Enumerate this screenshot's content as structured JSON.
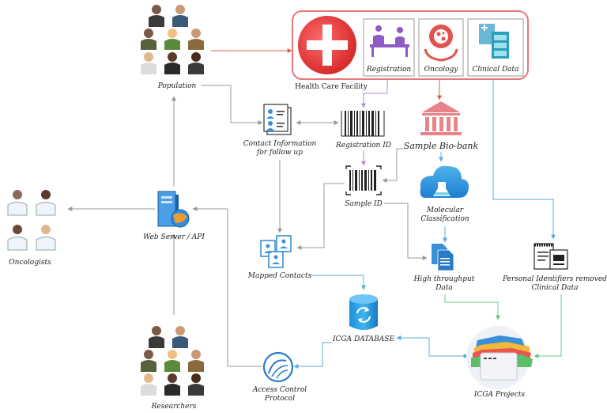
{
  "facility": {
    "title": "Health Care Facility",
    "cards": [
      "Registration",
      "Oncology",
      "Clinical Data"
    ]
  },
  "nodes": {
    "population": "Population",
    "contact_line1": "Contact Information",
    "contact_line2": "for follow up",
    "registration_id": "Registration ID",
    "biobank": "Sample Bio-bank",
    "sample_id": "Sample ID",
    "molecular_line1": "Molecular",
    "molecular_line2": "Classification",
    "web_server": "Web Server / API",
    "oncologists": "Oncologists",
    "mapped_contacts": "Mapped Contacts",
    "high_throughput_line1": "High throughput",
    "high_throughput_line2": "Data",
    "personal_line1": "Personal Identifiers removed",
    "personal_line2": "Clinical Data",
    "icga_database": "ICGA DATABASE",
    "researchers": "Researchers",
    "access_line1": "Access Control",
    "access_line2": "Protocol",
    "icga_projects": "ICGA Projects"
  },
  "colors": {
    "facility_border": "#e8777a",
    "red_arrow": "#e05a4c",
    "gray_arrow": "#999999",
    "purple_arrow": "#b28ad8",
    "blue_arrow": "#5aaee0",
    "green_arrow": "#64c88a",
    "bank_pink": "#e8838a",
    "icon_blue": "#3b8fd6"
  }
}
